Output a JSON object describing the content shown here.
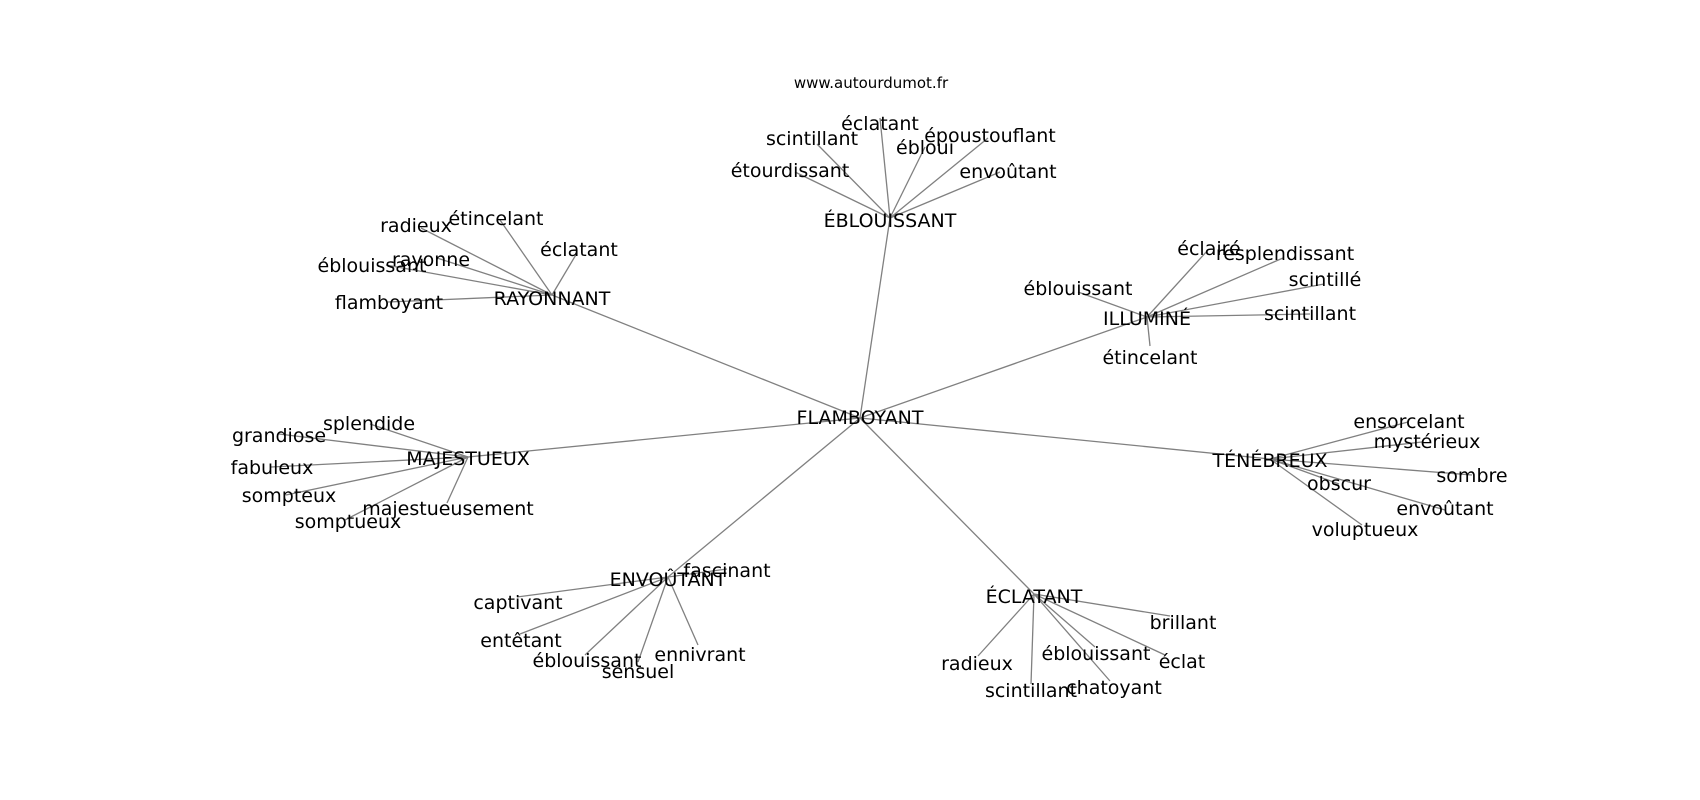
{
  "source": "www.autourdumot.fr",
  "edge_color": "#808080",
  "text_color": "#000000",
  "root": "FLAMBOYANT",
  "groups": [
    {
      "label": "ÉBLOUISSANT",
      "words": [
        "éclatant",
        "scintillant",
        "ébloui",
        "époustouflant",
        "étourdissant",
        "envoûtant"
      ]
    },
    {
      "label": "RAYONNANT",
      "words": [
        "radieux",
        "étincelant",
        "éclatant",
        "éblouissant",
        "rayonne",
        "flamboyant"
      ]
    },
    {
      "label": "ILLUMINÉ",
      "words": [
        "éclairé",
        "resplendissant",
        "éblouissant",
        "scintillé",
        "scintillant",
        "étincelant"
      ]
    },
    {
      "label": "MAJESTUEUX",
      "words": [
        "splendide",
        "grandiose",
        "fabuleux",
        "sompteux",
        "majestueusement",
        "somptueux"
      ]
    },
    {
      "label": "TÉNÉBREUX",
      "words": [
        "ensorcelant",
        "mystérieux",
        "sombre",
        "obscur",
        "envoûtant",
        "voluptueux"
      ]
    },
    {
      "label": "ENVOÛTANT",
      "words": [
        "fascinant",
        "captivant",
        "entêtant",
        "éblouissant",
        "sensuel",
        "ennivrant"
      ]
    },
    {
      "label": "ÉCLATANT",
      "words": [
        "brillant",
        "radieux",
        "éblouissant",
        "éclat",
        "scintillant",
        "chatoyant"
      ]
    }
  ]
}
